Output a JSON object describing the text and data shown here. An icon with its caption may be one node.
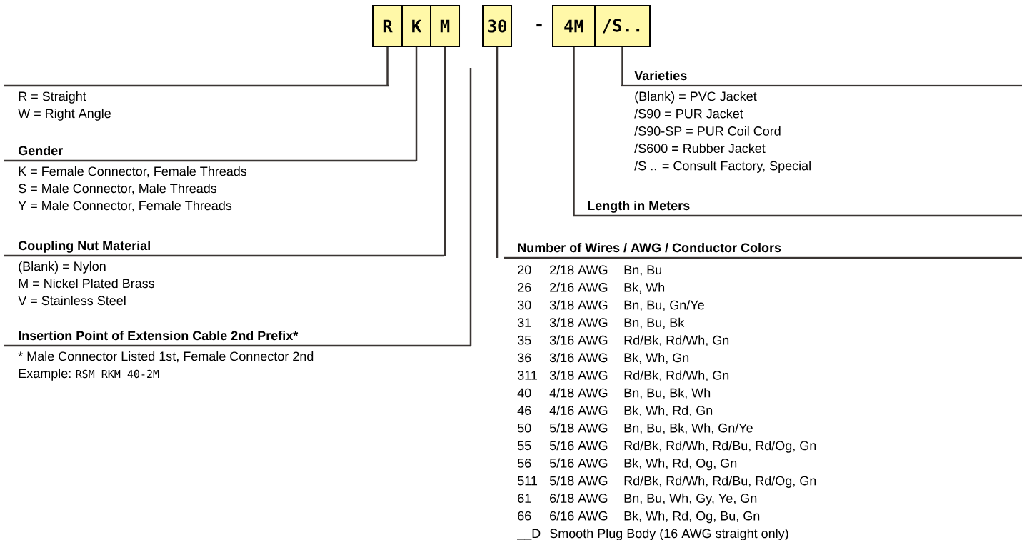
{
  "diagram": {
    "nodes": [
      {
        "text": [
          "R"
        ]
      },
      {
        "text": [
          "K"
        ]
      },
      {
        "text": [
          "M"
        ]
      },
      {
        "text": [
          "30"
        ]
      },
      {
        "text": [
          "4M"
        ]
      },
      {
        "text": [
          "/S.."
        ]
      },
      {
        "text": [
          "R = Straight",
          "W = Right Angle"
        ]
      },
      {
        "text": [
          "Gender",
          "K = Female Connector, Female Threads",
          "S = Male Connector, Male Threads",
          "Y = Male Connector, Female Threads"
        ]
      },
      {
        "text": [
          "Coupling Nut Material",
          "(Blank) = Nylon",
          "M = Nickel Plated Brass",
          "V = Stainless Steel"
        ]
      },
      {
        "text": [
          "Insertion Point of Extension Cable 2nd Prefix*",
          "* Male Connector Listed 1st, Female Connector 2nd",
          "Example:",
          "RSM RKM 40-2M"
        ]
      },
      {
        "text": [
          "Varieties",
          "(Blank) = PVC Jacket",
          "/S90 = PUR Jacket",
          "/S90-SP = PUR Coil Cord",
          "/S600 = Rubber Jacket",
          "/S .. = Consult Factory, Special"
        ]
      },
      {
        "text": [
          "Length in Meters"
        ]
      },
      {
        "text": [
          "Number of Wires / AWG / Conductor Colors"
        ]
      }
    ],
    "edges": [
      {
        "from": 0,
        "to": 6,
        "arrow": "none"
      },
      {
        "from": 1,
        "to": 7,
        "arrow": "none"
      },
      {
        "from": 2,
        "to": 8,
        "arrow": "none"
      },
      {
        "from": null,
        "to": 9,
        "arrow": "none"
      },
      {
        "from": 3,
        "to": 12,
        "arrow": "none"
      },
      {
        "from": 4,
        "to": 11,
        "arrow": "none"
      },
      {
        "from": 5,
        "to": 10,
        "arrow": "none"
      }
    ],
    "labels": [
      "-",
      "20",
      "2/18 AWG",
      "Bn, Bu",
      "26",
      "2/16 AWG",
      "Bk, Wh",
      "30",
      "3/18 AWG",
      "Bn, Bu, Gn/Ye",
      "31",
      "3/18 AWG",
      "Bn, Bu, Bk",
      "35",
      "3/16 AWG",
      "Rd/Bk, Rd/Wh, Gn",
      "36",
      "3/16 AWG",
      "Bk, Wh, Gn",
      "311",
      "3/18 AWG",
      "Rd/Bk, Rd/Wh, Gn",
      "40",
      "4/18 AWG",
      "Bn, Bu, Bk, Wh",
      "46",
      "4/16 AWG",
      "Bk, Wh, Rd, Gn",
      "50",
      "5/18 AWG",
      "Bn, Bu, Bk, Wh, Gn/Ye",
      "55",
      "5/16 AWG",
      "Rd/Bk, Rd/Wh, Rd/Bu, Rd/Og, Gn",
      "56",
      "5/16 AWG",
      "Bk, Wh, Rd, Og, Gn",
      "511",
      "5/18 AWG",
      "Rd/Bk, Rd/Wh, Rd/Bu, Rd/Og, Gn",
      "61",
      "6/18 AWG",
      "Bn, Bu, Wh, Gy, Ye, Gn",
      "66",
      "6/16 AWG",
      "Bk, Wh, Rd, Og, Bu, Gn",
      "__D",
      "Smooth Plug Body (16 AWG straight only)"
    ]
  }
}
